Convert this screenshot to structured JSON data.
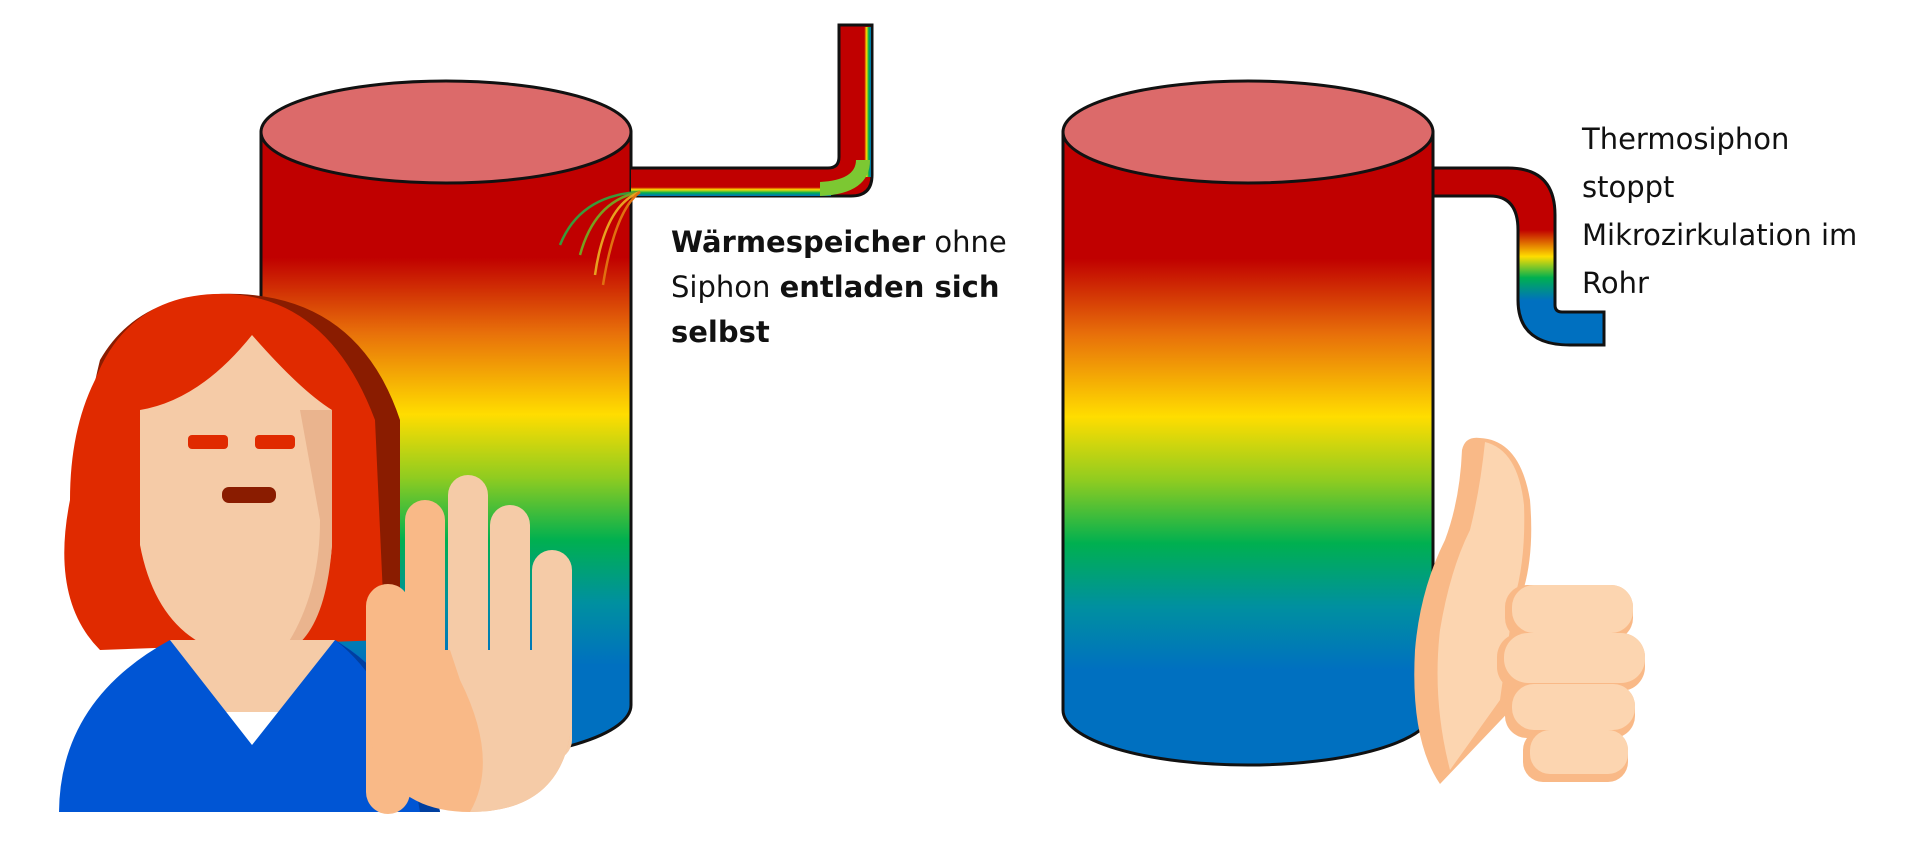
{
  "left_panel": {
    "caption": {
      "bold_1": "Wärmespeicher",
      "normal_1": " ohne Siphon ",
      "bold_2": "entladen sich selbst"
    },
    "icon": "stop-hand-woman-icon"
  },
  "right_panel": {
    "caption_lines": [
      "Thermosiphon",
      "stoppt",
      "Mikrozirkulation im",
      "Rohr"
    ],
    "icon": "thumbs-up-icon"
  },
  "colors": {
    "hot": "#c00000",
    "orange": "#e8700a",
    "yellow": "#ffdd00",
    "green": "#00b050",
    "blue": "#0070c0",
    "tank_top": "#dc6a6a",
    "hair": "#e02a00",
    "skin": "#f5cba7",
    "shirt": "#0055d4"
  }
}
